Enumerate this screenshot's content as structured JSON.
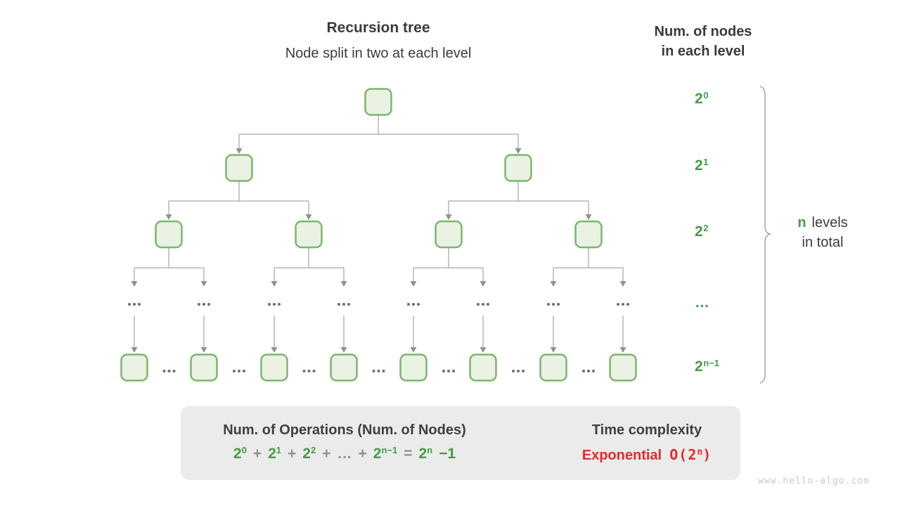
{
  "colors": {
    "accent_green": "#459b45",
    "node_fill": "#e9f2e3",
    "node_border": "#7cb66e",
    "connector_gray": "#b5b5b5",
    "arrowhead_gray": "#919191",
    "dots_gray": "#6f6f6f",
    "brace_gray": "#9a9a9a",
    "box_bg": "#ebebeb",
    "block_arrow": "#c5c5c5",
    "red": "#e62b28",
    "text_dark": "#3c3c3c",
    "watermark_gray": "#c9c9c9"
  },
  "header": {
    "title": "Recursion tree",
    "subtitle": "Node split in two at each level"
  },
  "right_panel": {
    "heading_line1": "Num. of nodes",
    "heading_line2": "in each level",
    "level_labels": [
      {
        "base": "2",
        "sup": "0"
      },
      {
        "base": "2",
        "sup": "1"
      },
      {
        "base": "2",
        "sup": "2"
      },
      {
        "base": "…",
        "sup": ""
      },
      {
        "base": "2",
        "sup": "n−1"
      }
    ],
    "brace_label": {
      "n": "n",
      "rest": "levels",
      "line2": "in total"
    }
  },
  "summary": {
    "operations_title": "Num. of Operations (Num. of Nodes)",
    "formula": [
      {
        "base": "2",
        "sup": "0",
        "color": "green"
      },
      {
        "base": "+",
        "color": "gray"
      },
      {
        "base": "2",
        "sup": "1",
        "color": "green"
      },
      {
        "base": "+",
        "color": "gray"
      },
      {
        "base": "2",
        "sup": "2",
        "color": "green"
      },
      {
        "base": "+",
        "color": "gray"
      },
      {
        "base": "…",
        "color": "gray"
      },
      {
        "base": "+",
        "color": "gray"
      },
      {
        "base": "2",
        "sup": "n−1",
        "color": "green"
      },
      {
        "base": "=",
        "color": "gray"
      },
      {
        "base": "2",
        "sup": "n",
        "color": "green"
      },
      {
        "base": "−1",
        "color": "green"
      }
    ],
    "complexity_title": "Time complexity",
    "complexity_keyword": "Exponential",
    "complexity_value": {
      "prefix": "O(2",
      "sup": "n",
      "suffix": ")"
    }
  },
  "watermark": "www.hello-algo.com"
}
